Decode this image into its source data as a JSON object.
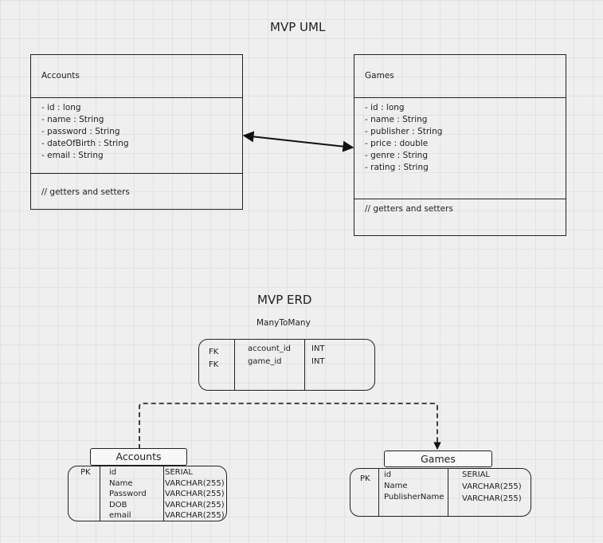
{
  "uml": {
    "title": "MVP UML",
    "accounts": {
      "name": "Accounts",
      "fields": [
        "- id : long",
        "- name : String",
        "- password : String",
        "- dateOfBirth : String",
        "- email : String"
      ],
      "methods": "// getters and setters"
    },
    "games": {
      "name": "Games",
      "fields": [
        "- id : long",
        "- name : String",
        "- publisher : String",
        "- price : double",
        "- genre : String",
        "- rating : String"
      ],
      "methods": "// getters and setters"
    }
  },
  "erd": {
    "title": "MVP ERD",
    "join_table": {
      "name": "ManyToMany",
      "keys": [
        "FK",
        "FK"
      ],
      "columns": [
        "account_id",
        "game_id"
      ],
      "types": [
        "INT",
        "INT"
      ]
    },
    "accounts": {
      "name": "Accounts",
      "keys": [
        "PK"
      ],
      "columns": [
        "id",
        "Name",
        "Password",
        "DOB",
        "email"
      ],
      "types": [
        "SERIAL",
        "VARCHAR(255)",
        "VARCHAR(255)",
        "VARCHAR(255)",
        "VARCHAR(255)"
      ]
    },
    "games": {
      "name": "Games",
      "keys": [
        "PK"
      ],
      "columns": [
        "id",
        "Name",
        "PublisherName"
      ],
      "types": [
        "SERIAL",
        "VARCHAR(255)",
        "VARCHAR(255)"
      ]
    }
  }
}
